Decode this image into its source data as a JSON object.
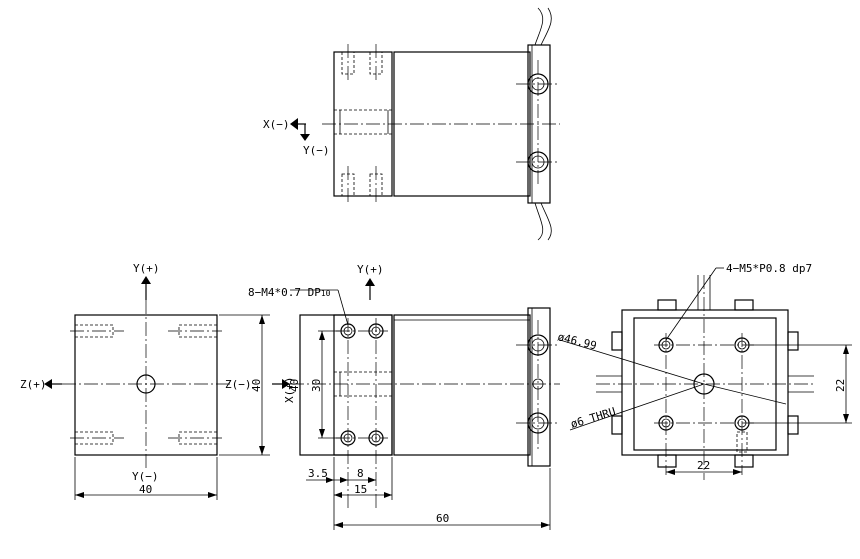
{
  "top_view": {
    "axis_x": "X(−)",
    "axis_y": "Y(−)"
  },
  "front_view": {
    "axis_y_top": "Y(+)",
    "axis_y_bottom": "Y(−)",
    "axis_z_left": "Z(+)",
    "axis_z_right": "Z(−)",
    "dim_height": "40",
    "dim_width": "40"
  },
  "side_view": {
    "axis_y_top": "Y(+)",
    "axis_x": "X(+)",
    "hole_callout": "8−M4*0.7 DP",
    "hole_callout_depth": "10",
    "dim_height": "40",
    "dim_hole_spacing_v": "30",
    "dim_edge": "3.5",
    "dim_hole_spacing_h": "8",
    "dim_15": "15",
    "dim_length": "60"
  },
  "end_view": {
    "hole_callout": "4−M5*P0.8 dp7",
    "dia_label": "ø46.99",
    "thru_label": "ø6 THRU",
    "dim_vertical": "22",
    "dim_horizontal": "22"
  }
}
